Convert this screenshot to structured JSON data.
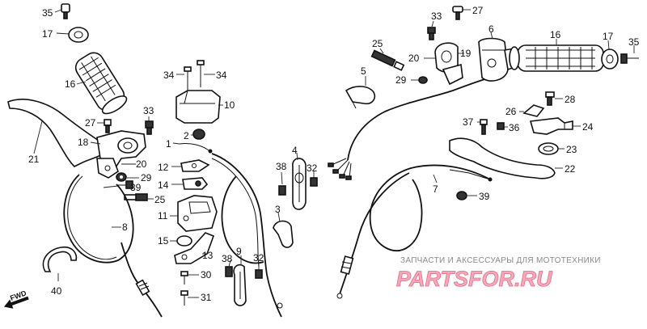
{
  "diagram": {
    "labels": {
      "p35a": "35",
      "p17a": "17",
      "p16a": "16",
      "p21": "21",
      "p27a": "27",
      "p18": "18",
      "p33a": "33",
      "p20a": "20",
      "p29a": "29",
      "p39a": "39",
      "p25a": "25",
      "p8": "8",
      "p40": "40",
      "p34a": "34",
      "p34b": "34",
      "p10": "10",
      "p2": "2",
      "p1": "1",
      "p12": "12",
      "p14": "14",
      "p11": "11",
      "p15": "15",
      "p13": "13",
      "p30": "30",
      "p31": "31",
      "p38a": "38",
      "p9": "9",
      "p32a": "32",
      "p4": "4",
      "p38b": "38",
      "p32b": "32",
      "p3": "3",
      "p5": "5",
      "p25b": "25",
      "p33b": "33",
      "p27b": "27",
      "p20b": "20",
      "p19": "19",
      "p29b": "29",
      "p6": "6",
      "p16b": "16",
      "p17b": "17",
      "p35b": "35",
      "p28": "28",
      "p26": "26",
      "p37": "37",
      "p36": "36",
      "p24": "24",
      "p23": "23",
      "p22": "22",
      "p7": "7",
      "p39b": "39"
    },
    "fwd_label": "FWD"
  },
  "watermark": {
    "caption": "ЗАПЧАСТИ И АКСЕССУАРЫ ДЛЯ МОТОТЕХНИКИ",
    "brand": "PARTSFOR.RU"
  }
}
